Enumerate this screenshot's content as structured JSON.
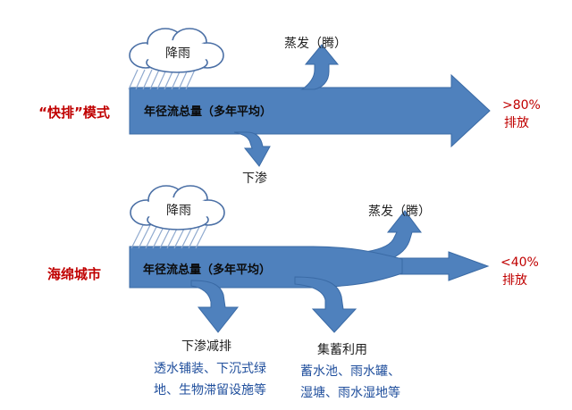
{
  "colors": {
    "flow": "#4f81bd",
    "flow_edge": "#3a6aa5",
    "accent_red": "#c00000",
    "text_blue": "#1f4e9c"
  },
  "fast_drain": {
    "mode_label": "“快排”模式",
    "rain_label": "降雨",
    "runoff_label": "年径流总量（多年平均）",
    "evaporation_label": "蒸发（腾）",
    "infiltration_label": "下渗",
    "discharge_pct": ">80%",
    "discharge_label": "排放"
  },
  "sponge_city": {
    "mode_label": "海绵城市",
    "rain_label": "降雨",
    "runoff_label": "年径流总量（多年平均）",
    "evaporation_label": "蒸发（腾）",
    "discharge_pct": "<40%",
    "discharge_label": "排放",
    "infiltration_title": "下渗减排",
    "infiltration_line1": "透水铺装、下沉式绿",
    "infiltration_line2": "地、生物滞留设施等",
    "storage_title": "集蓄利用",
    "storage_line1": "蓄水池、雨水罐、",
    "storage_line2": "湿塘、雨水湿地等"
  }
}
